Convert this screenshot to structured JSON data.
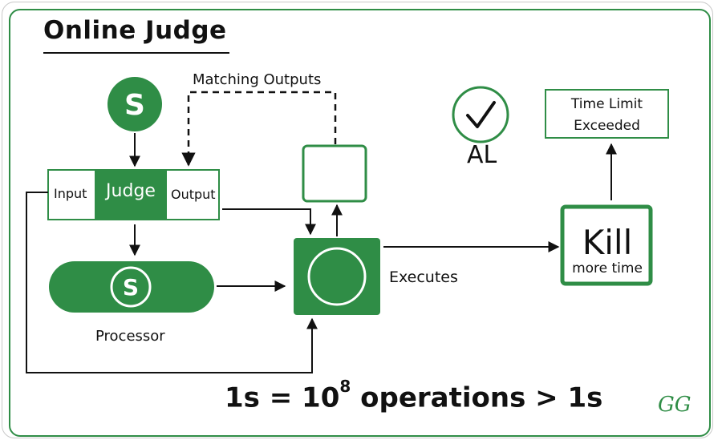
{
  "title": "Online Judge",
  "labels": {
    "matching_outputs": "Matching Outputs",
    "input": "Input",
    "judge": "Judge",
    "output": "Output",
    "processor": "Processor",
    "executes": "Executes",
    "al": "AL",
    "tle_line1": "Time Limit",
    "tle_line2": "Exceeded",
    "kill": "Kill",
    "kill_sub": "more time"
  },
  "formula": {
    "base": "1s = 10",
    "exponent": "8",
    "rest": " operations > 1s"
  },
  "icons": {
    "source": "S",
    "processor": "S",
    "check": "✓"
  },
  "logo": "GG",
  "colors": {
    "green": "#2f8d46",
    "text": "#111111"
  }
}
